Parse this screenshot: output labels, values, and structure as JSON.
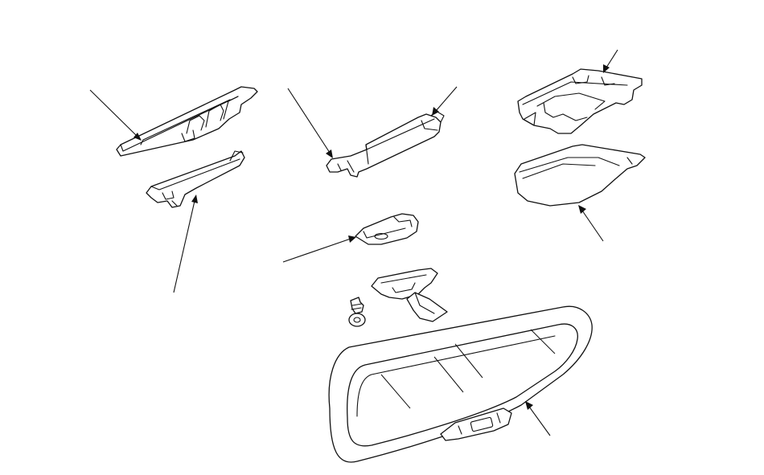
{
  "diagram": {
    "kind": "exploded-parts-illustration",
    "line_color": "#111111",
    "background_color": "#ffffff",
    "parts": [
      {
        "id": "left-upper-cover",
        "icon": "trim-cover-strip"
      },
      {
        "id": "left-lower-bracket",
        "icon": "mounting-bracket"
      },
      {
        "id": "center-upper-cover",
        "icon": "sensor-cover"
      },
      {
        "id": "center-clip",
        "icon": "mount-clip"
      },
      {
        "id": "right-frame",
        "icon": "console-frame"
      },
      {
        "id": "right-cover",
        "icon": "console-cover"
      },
      {
        "id": "screw",
        "icon": "screw"
      },
      {
        "id": "rearview-mirror",
        "icon": "rearview-mirror"
      }
    ],
    "callout_count": 8
  }
}
